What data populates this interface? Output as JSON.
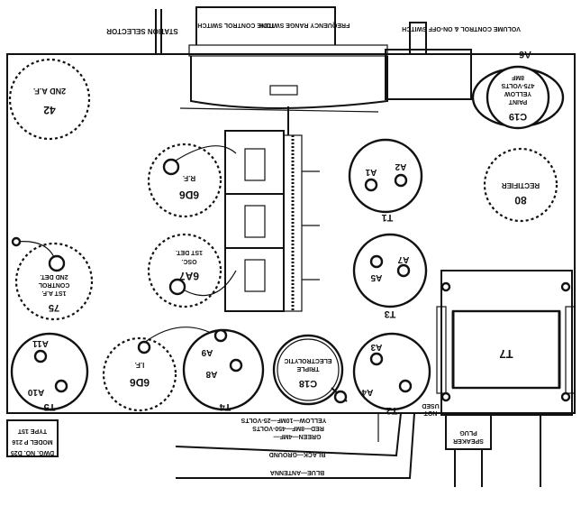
{
  "diagram": {
    "top_labels": {
      "station_selector": "STATION SELECTOR",
      "tone_control": "TONE CONTROL SWITCH",
      "frequency_range": "FREQUENCY RANGE SWITCH",
      "volume_control": "VOLUME CONTROL & ON-OFF SWITCH"
    },
    "components": {
      "a6": "A6",
      "c19": [
        "C19",
        "8MF",
        "475-VOLTS",
        "YELLOW",
        "PAINT"
      ],
      "tube_42": [
        "2ND A.F.",
        "42"
      ],
      "rf_6d6": [
        "R.F.",
        "6D6"
      ],
      "t1": {
        "label": "T1",
        "a1": "A1",
        "a2": "A2"
      },
      "rectifier_80": [
        "RECTIFIER",
        "80"
      ],
      "det_6a7": [
        "1ST DET.",
        "OSC.",
        "6A7"
      ],
      "t5_can": [
        "2ND DET.",
        "CONTROL",
        "1ST A.F.",
        "75"
      ],
      "t3": {
        "label": "T3",
        "a5": "A5",
        "a7": "A7"
      },
      "t7": "T7",
      "t5": {
        "label": "T5",
        "a11": "A11",
        "a10": "A10"
      },
      "if_6d6": [
        "I.F.",
        "6D6"
      ],
      "t4": {
        "label": "T4",
        "a9": "A9",
        "a8": "A8"
      },
      "c18": [
        "C18",
        "TRIPLE",
        "ELECTROLYTIC"
      ],
      "t2": {
        "label": "T2",
        "a3": "A3",
        "a4": "A4"
      },
      "not_used": [
        "NOT",
        "USED"
      ],
      "speaker_plug": [
        "SPEAKER",
        "PLUG"
      ]
    },
    "bottom_labels": {
      "c18_leads": [
        "YELLOW—10MF—25-VOLTS",
        "RED—8MF—450-VOLTS",
        "GREEN—4MF—"
      ],
      "black_ground": "BLACK—GROUND",
      "blue_antenna": "BLUE—ANTENNA",
      "model_box": [
        "TYPE 15T",
        "MODEL P 216",
        "DWG. NO. D25"
      ]
    }
  }
}
